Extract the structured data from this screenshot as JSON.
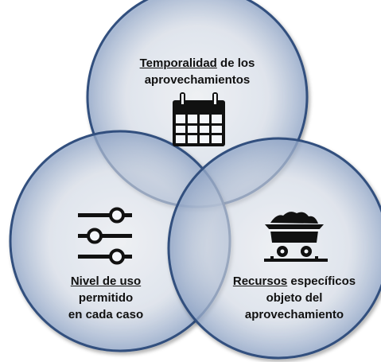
{
  "circles": [
    {
      "id": "top",
      "title_underlined": "Temporalidad",
      "title_rest": " de los",
      "line2": "aprovechamientos",
      "icon": "calendar-icon"
    },
    {
      "id": "left",
      "title_underlined": "Nivel de uso",
      "line2": "permitido",
      "line3": "en cada caso",
      "icon": "sliders-icon"
    },
    {
      "id": "right",
      "title_underlined": "Recursos",
      "title_rest": " específicos",
      "line2": "objeto del",
      "line3": "aprovechamiento",
      "icon": "mine-cart-icon"
    }
  ],
  "colors": {
    "circle_fill_center": "#f3f6fb",
    "circle_fill_edge": "#9fb3d3",
    "circle_stroke": "#30507e",
    "icon": "#111111",
    "text": "#111111"
  }
}
